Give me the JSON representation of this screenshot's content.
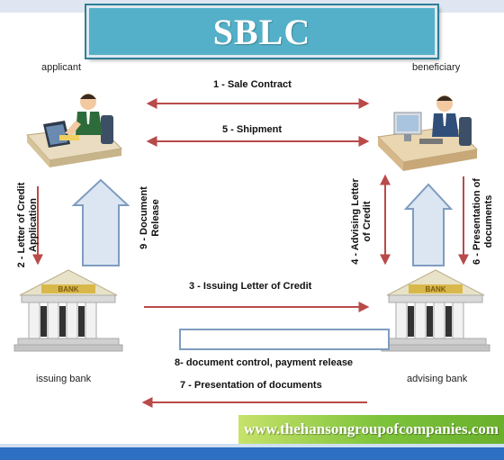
{
  "title": "SBLC",
  "parties": {
    "applicant": "applicant",
    "beneficiary": "beneficiary",
    "issuing_bank": "issuing bank",
    "advising_bank": "advising bank"
  },
  "bank_sign": "BANK",
  "steps": {
    "s1": "1 - Sale Contract",
    "s5": "5 - Shipment",
    "s2_line1": "2 - Letter of Credit",
    "s2_line2": "Application",
    "s9_line1": "9 - Document",
    "s9_line2": "Release",
    "s4_line1": "4 - Advising Letter",
    "s4_line2": "of Credit",
    "s6_line1": "6 - Presentation of",
    "s6_line2": "documents",
    "s3": "3 - Issuing Letter of Credit",
    "s8": "8- document control, payment release",
    "s7": "7 - Presentation of documents"
  },
  "watermark": "www.thehansongroupofcompanies.com",
  "colors": {
    "title_bg": "#53b0c8",
    "arrow_red": "#b94a4a",
    "hollow_arrow_fill": "#dce6f2",
    "hollow_arrow_stroke": "#7f9cc0",
    "footer_green": "#7cc23a",
    "bottom_band": "#2d6fc0"
  }
}
